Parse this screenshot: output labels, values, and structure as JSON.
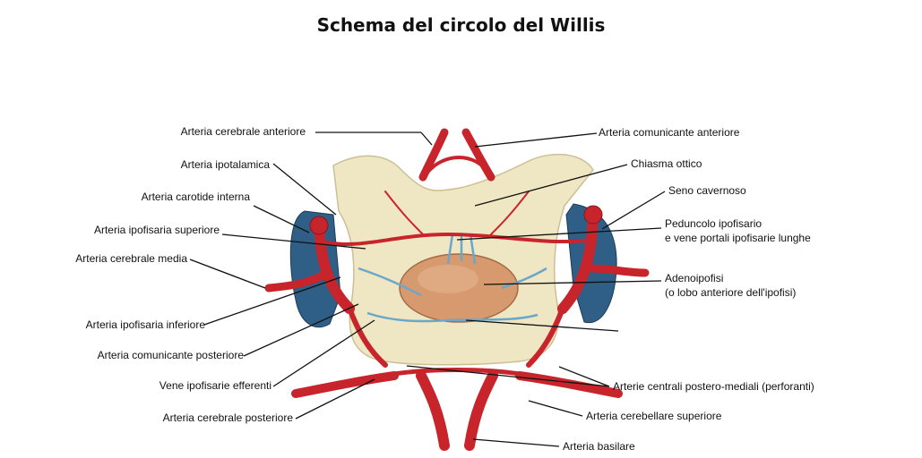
{
  "title": "Schema del circolo del Willis",
  "colors": {
    "artery": "#c8242b",
    "artery_dark": "#8e1418",
    "tissue": "#efe6c3",
    "gland": "#d69a6e",
    "vein": "#6aa7c9",
    "sinus": "#2f5f86",
    "leader": "#111111"
  },
  "labels_left": [
    "Arteria cerebrale anteriore",
    "Arteria ipotalamica",
    "Arteria carotide interna",
    "Arteria ipofisaria superiore",
    "Arteria cerebrale media",
    "Arteria ipofisaria inferiore",
    "Arteria comunicante posteriore",
    "Vene ipofisarie efferenti",
    "Arteria cerebrale posteriore"
  ],
  "labels_right": [
    "Arteria comunicante anteriore",
    "Chiasma ottico",
    "Seno cavernoso",
    "Peduncolo ipofisario",
    "e vene portali ipofisarie lunghe",
    "Adenoipofisi",
    "(o lobo anteriore dell'ipofisi)",
    "Arterie centrali postero-mediali (perforanti)",
    "Arteria cerebellare superiore",
    "Arteria basilare"
  ]
}
